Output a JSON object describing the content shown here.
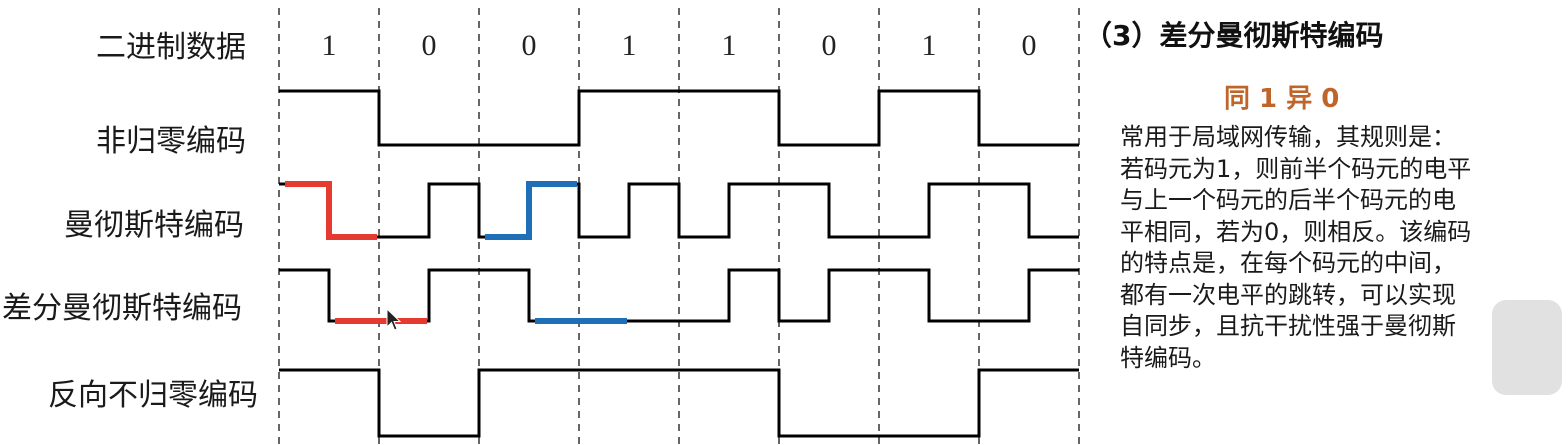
{
  "rows": [
    {
      "key": "binary",
      "label": "二进制数据"
    },
    {
      "key": "nrz",
      "label": "非归零编码"
    },
    {
      "key": "manchester",
      "label": "曼彻斯特编码"
    },
    {
      "key": "diff_manchester",
      "label": "差分曼彻斯特编码"
    },
    {
      "key": "nrzi",
      "label": "反向不归零编码"
    }
  ],
  "bits": [
    "1",
    "0",
    "0",
    "1",
    "1",
    "0",
    "1",
    "0"
  ],
  "side_panel": {
    "title": "（3）差分曼彻斯特编码",
    "rule": "同 1 异 0",
    "description_lines": [
      "常用于局域网传输，其规则是：",
      "若码元为1，则前半个码元的电平",
      "与上一个码元的后半个码元的电",
      "平相同，若为0，则相反。该编码",
      "的特点是，在每个码元的中间，",
      "都有一次电平的跳转，可以实现",
      "自同步，且抗干扰性强于曼彻斯",
      "特编码。"
    ]
  },
  "colors": {
    "signal": "#000000",
    "highlight_red": "#e53a30",
    "highlight_blue": "#1f6fb8",
    "rule_text": "#c0652a"
  },
  "chart_data": {
    "type": "line",
    "bits": [
      1,
      0,
      0,
      1,
      1,
      0,
      1,
      0
    ],
    "series": [
      {
        "key": "nrz",
        "levels": [
          1,
          0,
          0,
          1,
          1,
          0,
          1,
          0
        ]
      },
      {
        "key": "manchester",
        "levels": [
          1,
          0,
          0,
          1,
          0,
          1,
          0,
          1,
          0,
          1,
          1,
          0,
          0,
          1,
          1,
          0
        ]
      },
      {
        "key": "diff_manchester",
        "levels": [
          1,
          0,
          0,
          1,
          1,
          0,
          0,
          0,
          0,
          1,
          0,
          1,
          1,
          0,
          0,
          1
        ]
      },
      {
        "key": "nrzi",
        "levels": [
          1,
          0,
          1,
          1,
          1,
          0,
          0,
          1
        ]
      }
    ],
    "highlights": [
      {
        "key": "manchester",
        "halves": [
          0,
          1
        ],
        "color": "red"
      },
      {
        "key": "manchester",
        "halves": [
          4,
          5
        ],
        "color": "blue"
      },
      {
        "key": "diff_manchester",
        "halves": [
          1,
          2
        ],
        "color": "red"
      },
      {
        "key": "diff_manchester",
        "halves": [
          5,
          6
        ],
        "color": "blue"
      }
    ]
  }
}
